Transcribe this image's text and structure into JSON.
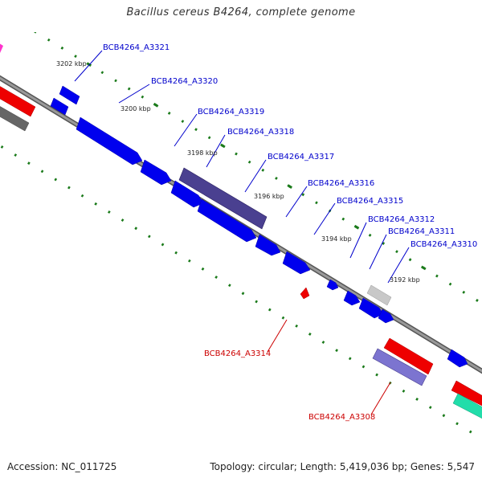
{
  "header": {
    "title": "Bacillus cereus B4264, complete genome"
  },
  "footer": {
    "accession": "Accession: NC_011725",
    "stats": "Topology: circular; Length: 5,419,036 bp; Genes: 5,547"
  },
  "colors": {
    "forward_gene": "#0000ee",
    "reverse_gene": "#ff0000",
    "backbone": "#777777",
    "tick": "#1a7a1a",
    "forward_label": "#0000cc",
    "reverse_label": "#cc0000",
    "dark_feature": "#4a4090",
    "light_feature": "#7c74d0",
    "pseudo_feature": "#c8c8c8",
    "magenta_feature": "#ff33cc",
    "teal_feature": "#22ddaa"
  },
  "scale_labels": [
    "3202 kbp",
    "3200 kbp",
    "3198 kbp",
    "3196 kbp",
    "3194 kbp",
    "3192 kbp"
  ],
  "gene_labels": {
    "forward": [
      "BCB4264_A3321",
      "BCB4264_A3320",
      "BCB4264_A3319",
      "BCB4264_A3318",
      "BCB4264_A3317",
      "BCB4264_A3316",
      "BCB4264_A3315",
      "BCB4264_A3312",
      "BCB4264_A3311",
      "BCB4264_A3310"
    ],
    "reverse": [
      "BCB4264_A3314",
      "BCB4264_A3308"
    ]
  }
}
